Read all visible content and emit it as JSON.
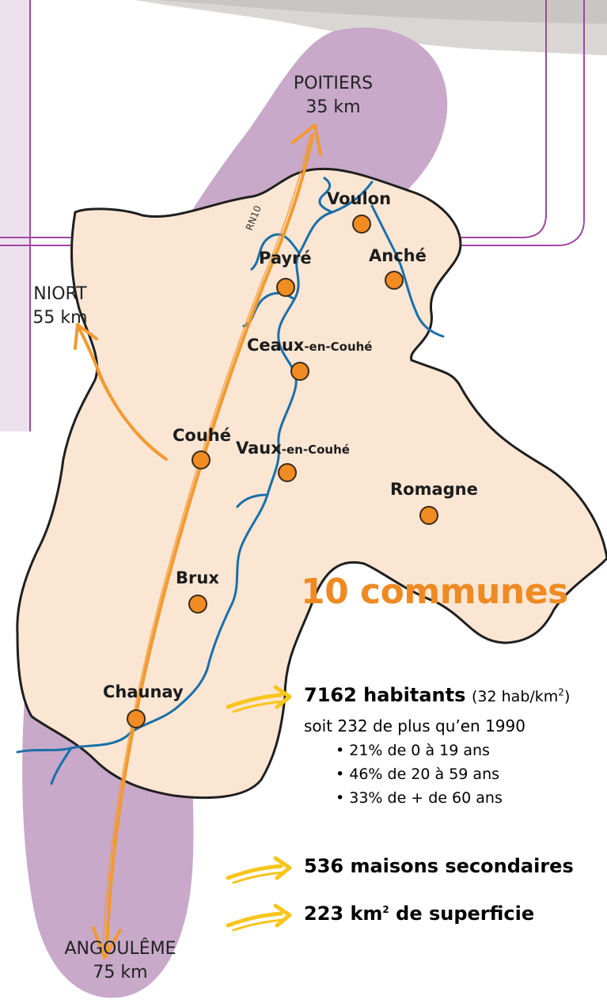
{
  "map": {
    "road_label": "RN10",
    "destinations": {
      "north": {
        "name": "POITIERS",
        "distance": "35 km"
      },
      "west": {
        "name": "NIORT",
        "distance": "55 km"
      },
      "south": {
        "name": "ANGOULÊME",
        "distance": "75 km"
      }
    },
    "communes": [
      {
        "name": "Voulon",
        "suffix": ""
      },
      {
        "name": "Payré",
        "suffix": ""
      },
      {
        "name": "Anché",
        "suffix": ""
      },
      {
        "name": "Ceaux",
        "suffix": "-en-Couhé"
      },
      {
        "name": "Couhé",
        "suffix": ""
      },
      {
        "name": "Vaux",
        "suffix": "-en-Couhé"
      },
      {
        "name": "Romagne",
        "suffix": ""
      },
      {
        "name": "Brux",
        "suffix": ""
      },
      {
        "name": "Chaunay",
        "suffix": ""
      }
    ],
    "colors": {
      "territory_fill": "#fbe6d4",
      "river": "#1a6fa8",
      "marker": "#f08c22",
      "road": "#f29a30",
      "band": "#c8a9c9",
      "frame": "#a3479f"
    }
  },
  "stats": {
    "headline": "10 communes",
    "population": {
      "value": "7162 habitants",
      "detail_prefix": "(32 hab/km",
      "detail_sup": "2",
      "detail_suffix": ")",
      "change": "soit 232 de plus qu’en 1990",
      "age_groups": [
        "21% de 0 à 19 ans",
        "46% de 20 à 59 ans",
        "33% de + de 60 ans"
      ]
    },
    "secondary_homes": "536 maisons secondaires",
    "area_prefix": "223 km",
    "area_sup": "2",
    "area_suffix": " de superficie"
  }
}
